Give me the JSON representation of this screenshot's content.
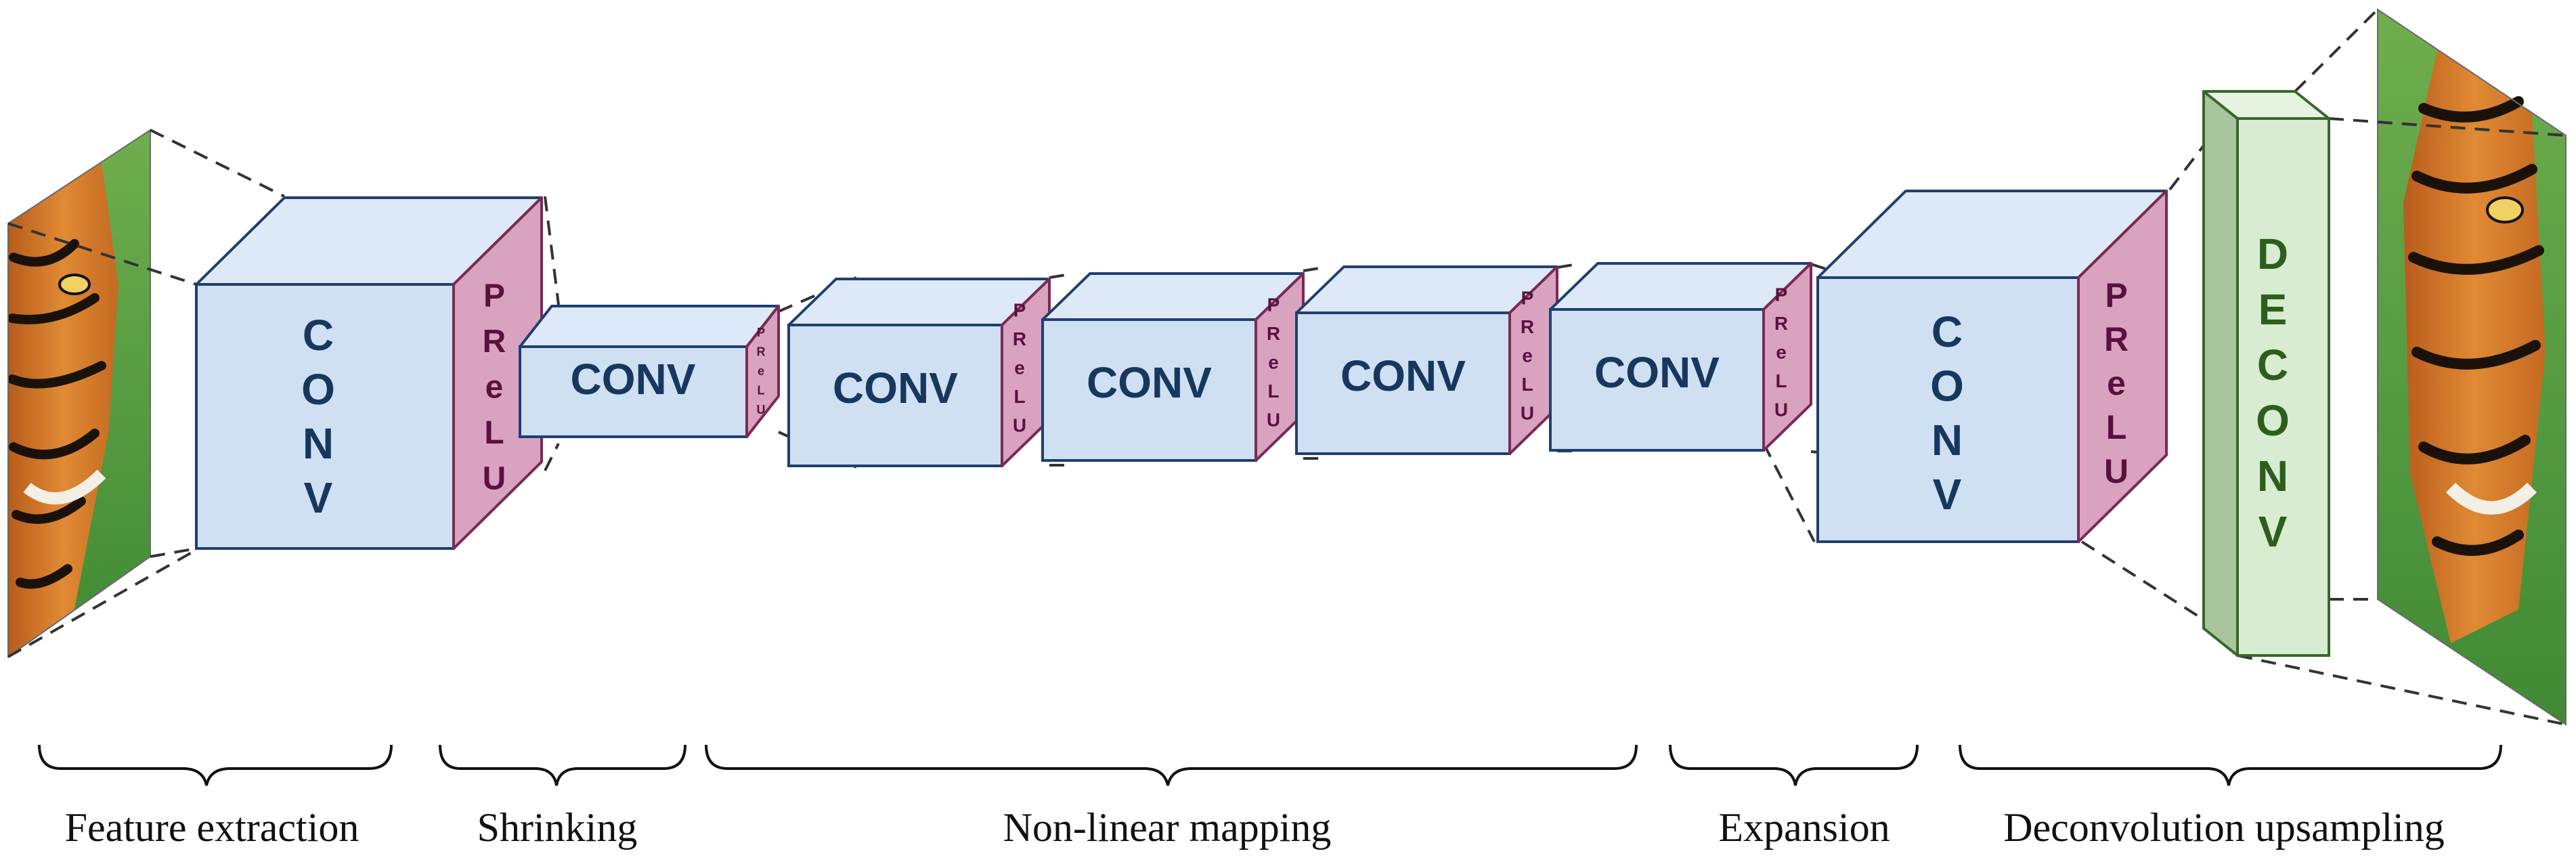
{
  "colors": {
    "conv_front": "#cfe0f2",
    "conv_top": "#dde9f6",
    "conv_side": "#b9cde5",
    "conv_stroke": "#1f3f70",
    "conv_text": "#17375e",
    "prelu_fill": "#d9a3bf",
    "prelu_top": "#e4bad0",
    "prelu_stroke": "#7a2a56",
    "prelu_text": "#5a1040",
    "deconv_front": "#d7ecd0",
    "deconv_top": "#e6f3e0",
    "deconv_side": "#a9c59d",
    "deconv_stroke": "#38662a",
    "deconv_text": "#2e5e1e",
    "dash": "#333333",
    "stage_text": "#111111"
  },
  "images": {
    "input_icon": "tiger-photo-icon",
    "output_icon": "tiger-photo-icon"
  },
  "blocks": {
    "conv_vertical": "C O N V",
    "conv_horizontal": "CONV",
    "prelu_vertical": "P R e L U",
    "deconv_vertical": "D E C O N V"
  },
  "stages": [
    {
      "id": "feature",
      "label": "Feature extraction"
    },
    {
      "id": "shrinking",
      "label": "Shrinking"
    },
    {
      "id": "mapping",
      "label": "Non-linear mapping"
    },
    {
      "id": "expansion",
      "label": "Expansion"
    },
    {
      "id": "deconv",
      "label": "Deconvolution upsampling"
    }
  ]
}
